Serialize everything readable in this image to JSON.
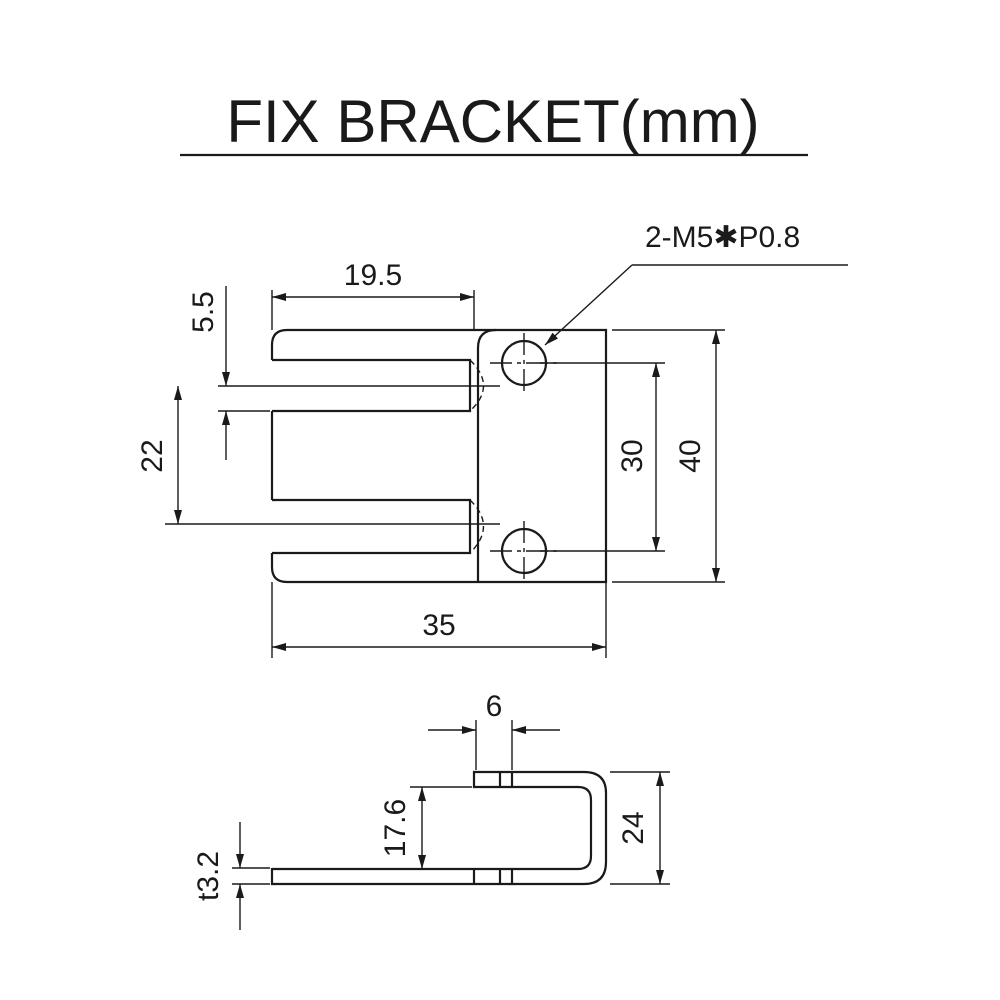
{
  "title": "FIX BRACKET(mm)",
  "callout": "2-M5✱P0.8",
  "top_view": {
    "dim_19_5": "19.5",
    "dim_5_5": "5.5",
    "dim_22": "22",
    "dim_30": "30",
    "dim_40": "40",
    "dim_35": "35"
  },
  "side_view": {
    "dim_6": "6",
    "dim_17_6": "17.6",
    "dim_24": "24",
    "dim_t3_2": "t3.2"
  },
  "colors": {
    "line": "#1a1a1a",
    "background": "#ffffff"
  }
}
